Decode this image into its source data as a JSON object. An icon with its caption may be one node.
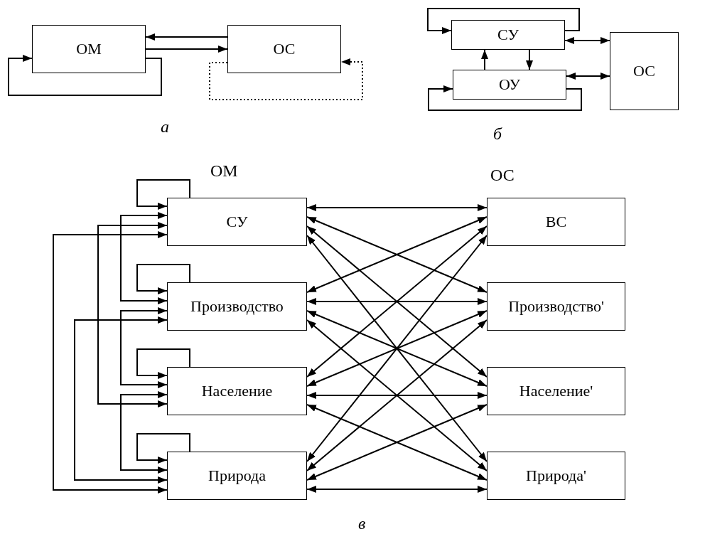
{
  "diagram": {
    "nodes": [
      {
        "text": [
          "ОМ"
        ]
      },
      {
        "text": [
          "ОС"
        ]
      },
      {
        "text": [
          "СУ"
        ]
      },
      {
        "text": [
          "ОУ"
        ]
      },
      {
        "text": [
          "ОС"
        ]
      },
      {
        "text": [
          "СУ"
        ]
      },
      {
        "text": [
          "Производство"
        ]
      },
      {
        "text": [
          "Население"
        ]
      },
      {
        "text": [
          "Природа"
        ]
      },
      {
        "text": [
          "ВС"
        ]
      },
      {
        "text": [
          "Производство'"
        ]
      },
      {
        "text": [
          "Население'"
        ]
      },
      {
        "text": [
          "Природа'"
        ]
      }
    ],
    "edges": [
      {
        "from": 1,
        "to": 0,
        "arrow": "to"
      },
      {
        "from": 0,
        "to": 1,
        "arrow": "to"
      },
      {
        "from": 0,
        "to": 0,
        "arrow": "to"
      },
      {
        "from": 1,
        "to": 1,
        "arrow": "to",
        "style": "dashed"
      },
      {
        "from": 2,
        "to": 2,
        "arrow": "to"
      },
      {
        "from": 3,
        "to": 2,
        "arrow": "to"
      },
      {
        "from": 2,
        "to": 3,
        "arrow": "to"
      },
      {
        "from": 3,
        "to": 3,
        "arrow": "to"
      },
      {
        "from": 2,
        "to": 4,
        "arrow": "both"
      },
      {
        "from": 3,
        "to": 4,
        "arrow": "both"
      },
      {
        "from": 5,
        "to": 5,
        "arrow": "to"
      },
      {
        "from": 6,
        "to": 6,
        "arrow": "to"
      },
      {
        "from": 7,
        "to": 7,
        "arrow": "to"
      },
      {
        "from": 8,
        "to": 8,
        "arrow": "to"
      },
      {
        "from": 5,
        "to": 6,
        "arrow": "both"
      },
      {
        "from": 5,
        "to": 7,
        "arrow": "both"
      },
      {
        "from": 5,
        "to": 8,
        "arrow": "both"
      },
      {
        "from": 6,
        "to": 7,
        "arrow": "both"
      },
      {
        "from": 6,
        "to": 8,
        "arrow": "both"
      },
      {
        "from": 7,
        "to": 8,
        "arrow": "both"
      },
      {
        "from": 5,
        "to": 9,
        "arrow": "both"
      },
      {
        "from": 5,
        "to": 10,
        "arrow": "both"
      },
      {
        "from": 5,
        "to": 11,
        "arrow": "both"
      },
      {
        "from": 5,
        "to": 12,
        "arrow": "both"
      },
      {
        "from": 6,
        "to": 9,
        "arrow": "both"
      },
      {
        "from": 6,
        "to": 10,
        "arrow": "both"
      },
      {
        "from": 6,
        "to": 11,
        "arrow": "both"
      },
      {
        "from": 6,
        "to": 12,
        "arrow": "both"
      },
      {
        "from": 7,
        "to": 9,
        "arrow": "both"
      },
      {
        "from": 7,
        "to": 10,
        "arrow": "both"
      },
      {
        "from": 7,
        "to": 11,
        "arrow": "both"
      },
      {
        "from": 7,
        "to": 12,
        "arrow": "both"
      },
      {
        "from": 8,
        "to": 9,
        "arrow": "both"
      },
      {
        "from": 8,
        "to": 10,
        "arrow": "both"
      },
      {
        "from": 8,
        "to": 11,
        "arrow": "both"
      },
      {
        "from": 8,
        "to": 12,
        "arrow": "both"
      }
    ],
    "labels": [
      "а",
      "б",
      "ОМ",
      "ОС",
      "в"
    ]
  }
}
